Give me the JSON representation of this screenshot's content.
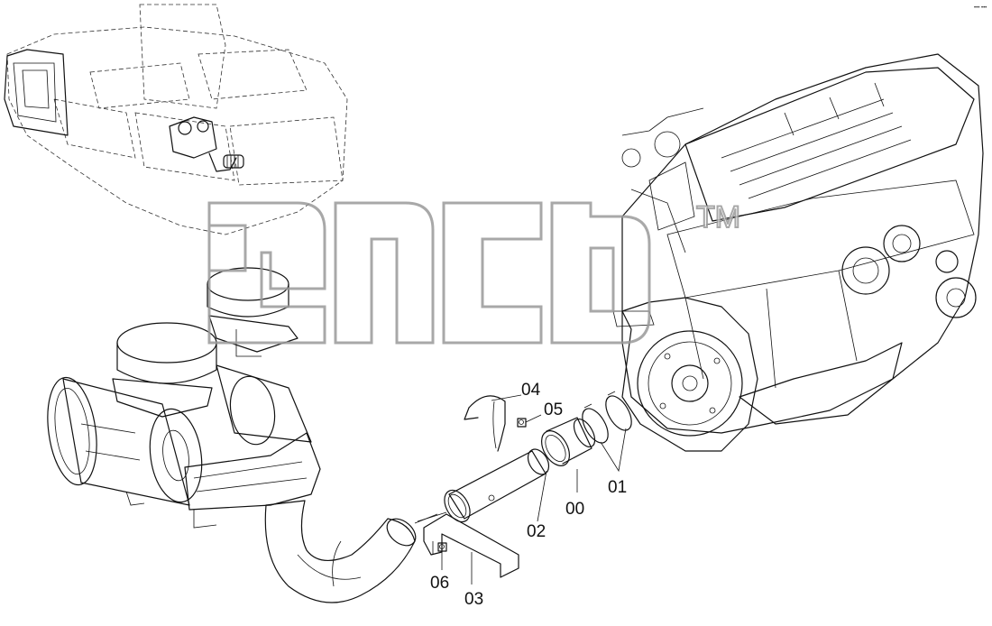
{
  "diagram": {
    "corner_code": "••• •••",
    "watermark_tm": "TM",
    "callouts": [
      {
        "id": "04",
        "label": "04"
      },
      {
        "id": "05",
        "label": "05"
      },
      {
        "id": "01",
        "label": "01"
      },
      {
        "id": "00",
        "label": "00"
      },
      {
        "id": "02",
        "label": "02"
      },
      {
        "id": "06",
        "label": "06"
      },
      {
        "id": "03",
        "label": "03"
      }
    ]
  }
}
